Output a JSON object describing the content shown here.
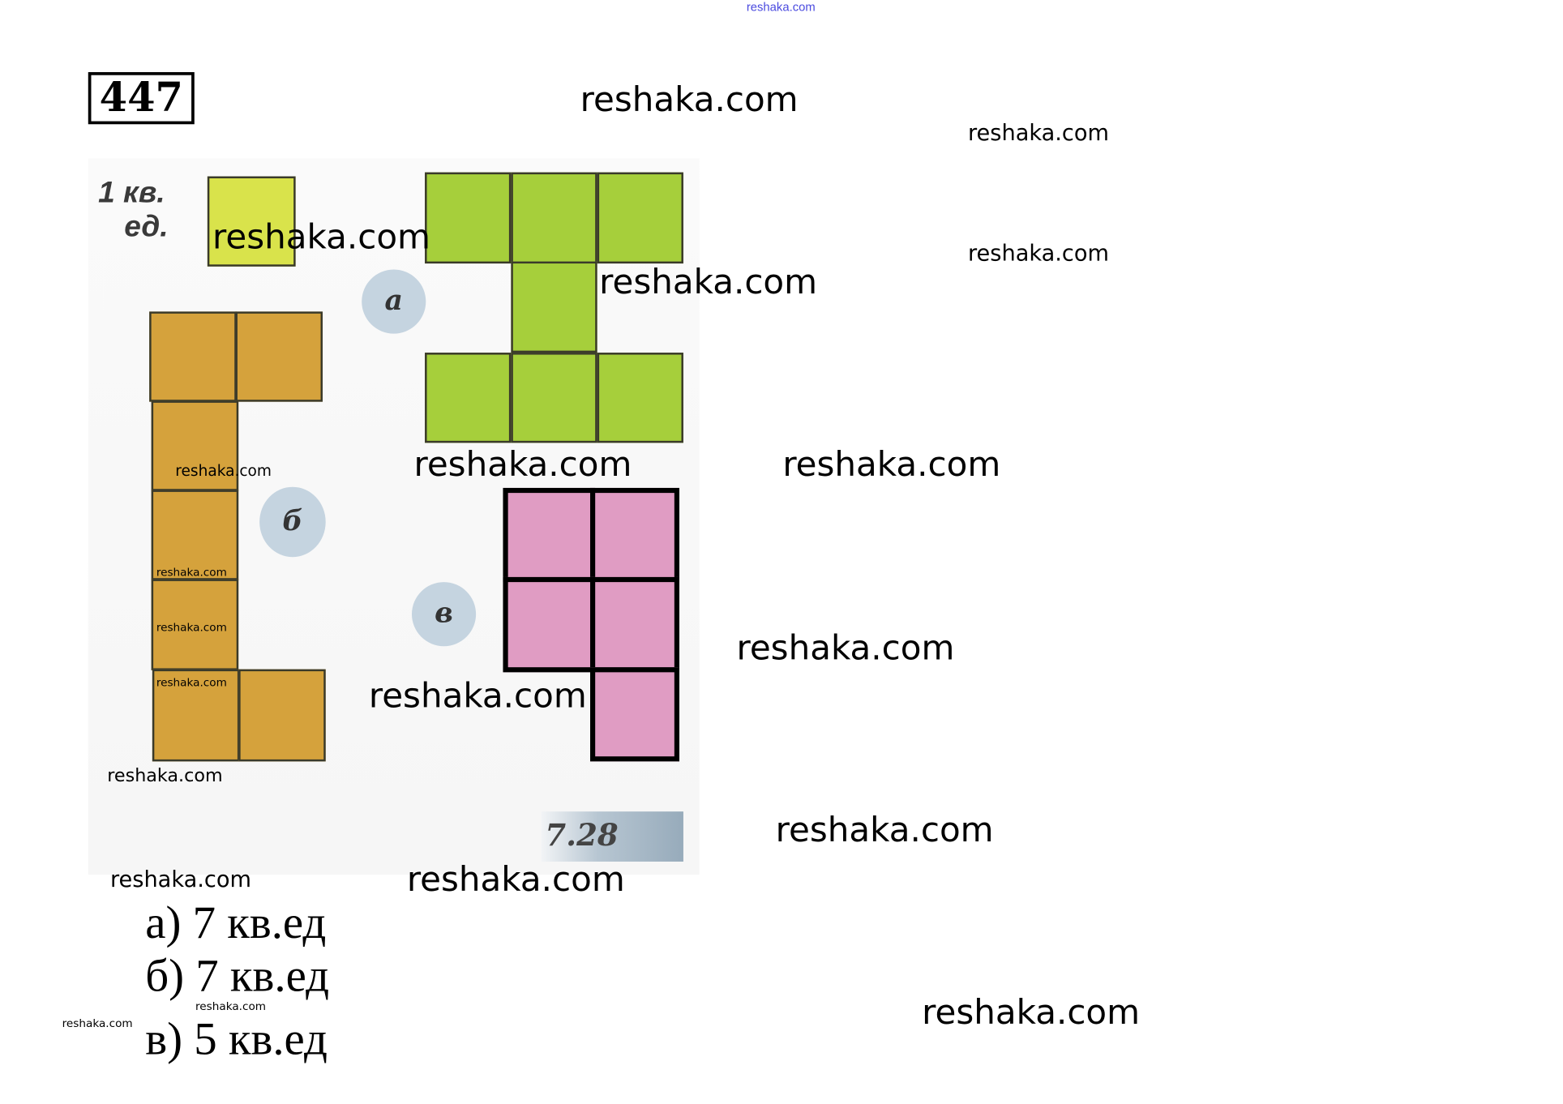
{
  "header_watermark": "reshaka.com",
  "task_number": "447",
  "unit_label": [
    "1 кв.",
    "ед."
  ],
  "figure_labels": {
    "a": "а",
    "b": "б",
    "v": "в"
  },
  "figure_number": "7.28",
  "answers": [
    "а) 7 кв.ед",
    "б) 7 кв.ед",
    "в) 5 кв.ед"
  ],
  "watermarks": [
    "reshaka.com",
    "reshaka.com",
    "reshaka.com",
    "reshaka.com",
    "reshaka.com",
    "reshaka.com",
    "reshaka.com",
    "reshaka.com",
    "reshaka.com",
    "reshaka.com",
    "reshaka.com",
    "reshaka.com",
    "reshaka.com",
    "reshaka.com",
    "reshaka.com",
    "reshaka.com",
    "reshaka.com",
    "reshaka.com",
    "reshaka.com",
    "reshaka.com"
  ],
  "colors": {
    "green": "#a6cf3b",
    "orange": "#d5a23c",
    "pink": "#e09cc3",
    "yellow": "#d9e34b",
    "circle": "#c5d4e0"
  }
}
